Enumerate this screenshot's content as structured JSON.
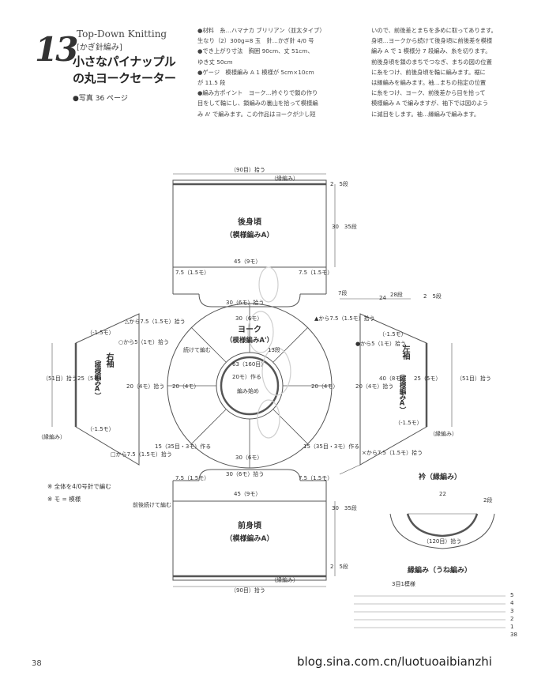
{
  "header": {
    "number": "13",
    "series": "Top-Down Knitting",
    "technique": "[かぎ針編み]",
    "title_line1": "小さなパイナップル",
    "title_line2": "の丸ヨークセーター",
    "photo_ref": "●写真 36 ページ"
  },
  "materials": {
    "lines": [
      "●材料　糸…ハマナカ ブリリアン（並太タイプ）",
      "生なり（2）300g=8 玉　針…かぎ針 4/0 号",
      "●でき上がり寸法　胸囲 90cm、丈 51cm、",
      "ゆき丈 50cm",
      "●ゲージ　模様編み A 1 模様が 5cm×10cm",
      "が 11.5 段",
      "●編み方ポイント　ヨーク…衿ぐりで鎖の作り",
      "目をして輪にし、鎖編みの裏山を拾って模様編",
      "み A' で編みます。この作品はヨークが少し短"
    ]
  },
  "instructions": {
    "lines": [
      "いので、前後差とまちを多めに取ってあります。",
      "身頃…ヨークから続けて後身頃に前後差を模様",
      "編み A で 1 模様分 7 段編み、糸を切ります。",
      "前後身頃を鎖のまちでつなぎ、まちの図の位置",
      "に糸をつけ、前後身頃を輪に編みます。裾に",
      "は縁編みを編みます。袖…まちの指定の位置",
      "に糸をつけ、ヨーク、前後差から目を拾って",
      "模様編み A で編みますが、袖下では図のよう",
      "に減目をします。袖…縁編みで編みます。"
    ]
  },
  "diagram": {
    "back_top_pick": "（90目）拾う",
    "back_edge": "（縁編み）",
    "back_edge_rows": "2　5段",
    "back_title": "後身頃",
    "back_pattern": "（模様編みA）",
    "back_height": "30　35段",
    "back_width": "45（9モ）",
    "back_gusset_left": "7.5（1.5モ）",
    "back_gusset_right": "7.5（1.5モ）",
    "back_pick": "30（6モ）拾う",
    "back_gusset_rows": "7段",
    "yoke_top": "30（6モ）",
    "yoke_title": "ヨーク",
    "yoke_pattern": "（模様編みA'）",
    "yoke_center": "63（160目）",
    "yoke_center2": "20モ）作る",
    "yoke_start": "編み始め",
    "yoke_bottom": "30（6モ）",
    "yoke_left": "20（4モ）",
    "yoke_right": "20（4モ）",
    "yoke_rows": "13段",
    "yoke_cont": "続けて編む",
    "right_sleeve_title": "右袖",
    "right_sleeve_pattern": "（模様編みA）",
    "right_sleeve_top": "△から7.5（1.5モ）拾う",
    "right_sleeve_mid": "○から5（1モ）拾う",
    "right_sleeve_pick": "20（4モ）拾う",
    "right_sleeve_len": "25（5モ）",
    "right_sleeve_cuff": "（51目）拾う",
    "right_sleeve_edge": "（縁編み）",
    "right_sleeve_bottom": "□から7.5（1.5モ）拾う",
    "right_sleeve_dec": "（-1.5モ）",
    "right_sleeve_dec2": "（-1.5モ）",
    "left_sleeve_title": "左袖",
    "left_sleeve_pattern": "（模様編みA）",
    "left_sleeve_top": "▲から7.5（1.5モ）拾う",
    "left_sleeve_mid": "●から5（1モ）拾う",
    "left_sleeve_pick": "20（4モ）拾う",
    "left_sleeve_len": "25（5モ）",
    "left_sleeve_len2": "40（8モ）",
    "left_sleeve_cuff": "（51目）拾う",
    "left_sleeve_edge": "（縁編み）",
    "left_sleeve_bottom": "×から7.5（1.5モ）拾う",
    "left_sleeve_dec": "（-1.5モ）",
    "left_sleeve_dec2": "（-1.5モ）",
    "gusset_w": "24",
    "gusset_rows": "28段",
    "gusset_side": "2　5段",
    "front_gusset_left": "15（35目・3モ）作る",
    "front_gusset_right": "15（35目・3モ）作る",
    "front_pick": "30（6モ）拾う",
    "front_gusset_l2": "7.5（1.5モ）",
    "front_gusset_r2": "7.5（1.5モ）",
    "front_width": "45（9モ）",
    "front_title": "前身頃",
    "front_pattern": "（模様編みA）",
    "front_height": "30　35段",
    "front_cont": "前後続けて編む",
    "front_edge": "（縁編み）",
    "front_edge_rows": "2　5段",
    "front_bottom_pick": "（90目）拾う",
    "note1": "※ 全体を4/0号針で編む",
    "note2": "※ モ = 模様"
  },
  "collar": {
    "title": "衿（縁編み）",
    "width": "22",
    "rows": "2段",
    "pick": "（120目）拾う"
  },
  "edging": {
    "title": "縁編み（うね編み）",
    "repeat": "3目1模様",
    "row_labels": [
      "5",
      "4",
      "3",
      "2",
      "1"
    ],
    "start": "38"
  },
  "footer": {
    "page_number": "38",
    "watermark": "blog.sina.com.cn/luotuoaibianzhi"
  }
}
